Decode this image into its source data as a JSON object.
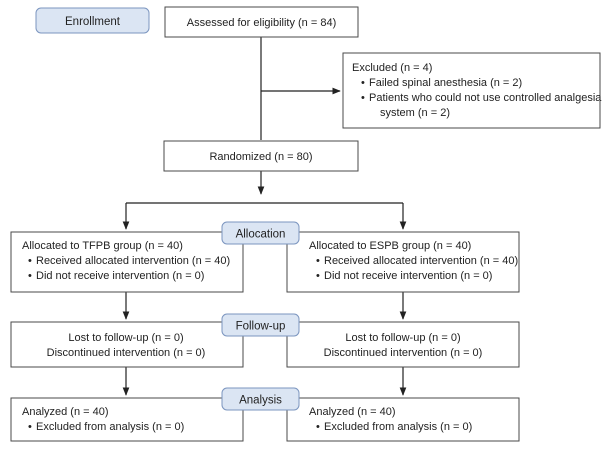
{
  "stages": {
    "enrollment": "Enrollment",
    "allocation": "Allocation",
    "follow_up": "Follow-up",
    "analysis": "Analysis"
  },
  "assessed": "Assessed for eligibility (n = 84)",
  "excluded": {
    "title": "Excluded (n = 4)",
    "reasons": [
      "Failed spinal anesthesia (n = 2)",
      "Patients who could not use controlled analgesia",
      "system (n = 2)"
    ]
  },
  "randomized": "Randomized (n = 80)",
  "arms": {
    "tfpb": {
      "allocated": "Allocated to TFPB group (n = 40)",
      "received": "Received allocated intervention (n = 40)",
      "not_received": "Did not receive intervention (n = 0)",
      "lost": "Lost to follow-up (n = 0)",
      "discontinued": "Discontinued intervention (n = 0)",
      "analyzed": "Analyzed (n = 40)",
      "excluded_analysis": "Excluded from analysis (n = 0)"
    },
    "espb": {
      "allocated": "Allocated to ESPB group (n = 40)",
      "received": "Received allocated intervention (n = 40)",
      "not_received": "Did not receive intervention (n = 0)",
      "lost": "Lost to follow-up (n = 0)",
      "discontinued": "Discontinued intervention (n = 0)",
      "analyzed": "Analyzed (n = 40)",
      "excluded_analysis": "Excluded from analysis (n = 0)"
    }
  },
  "bullet": "•",
  "colors": {
    "stage_fill": "#dbe5f3",
    "stage_border": "#7b95bf",
    "box_border": "#4a4a4a"
  }
}
